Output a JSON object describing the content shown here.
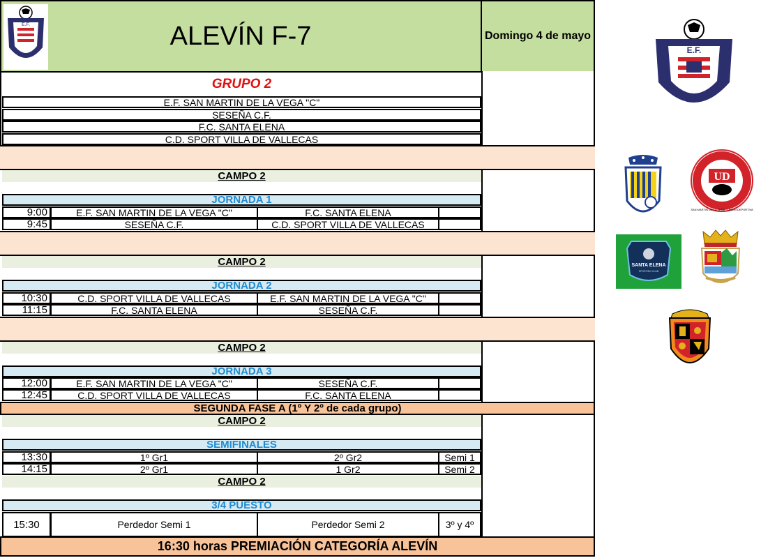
{
  "header": {
    "title": "ALEVÍN F-7",
    "date": "Domingo 4 de mayo",
    "header_bg": "#c4dea0"
  },
  "group": {
    "title": "GRUPO 2",
    "teams": [
      "E.F. SAN MARTIN DE LA VEGA \"C\"",
      "SESEÑA C.F.",
      "F.C. SANTA ELENA",
      "C.D. SPORT VILLA DE VALLECAS"
    ]
  },
  "campo_label": "CAMPO 2",
  "rounds": [
    {
      "title": "JORNADA 1",
      "matches": [
        {
          "time": "9:00",
          "home": "E.F. SAN MARTIN DE LA VEGA \"C\"",
          "away": "F.C. SANTA ELENA",
          "note": ""
        },
        {
          "time": "9:45",
          "home": "SESEÑA C.F.",
          "away": "C.D. SPORT VILLA DE VALLECAS",
          "note": ""
        }
      ]
    },
    {
      "title": "JORNADA 2",
      "matches": [
        {
          "time": "10:30",
          "home": "C.D. SPORT VILLA DE VALLECAS",
          "away": "E.F. SAN MARTIN DE LA VEGA \"C\"",
          "note": ""
        },
        {
          "time": "11:15",
          "home": "F.C. SANTA ELENA",
          "away": "SESEÑA C.F.",
          "note": ""
        }
      ]
    },
    {
      "title": "JORNADA 3",
      "matches": [
        {
          "time": "12:00",
          "home": "E.F. SAN MARTIN DE LA VEGA \"C\"",
          "away": "SESEÑA C.F.",
          "note": ""
        },
        {
          "time": "12:45",
          "home": "C.D. SPORT VILLA DE VALLECAS",
          "away": "F.C. SANTA ELENA",
          "note": ""
        }
      ]
    }
  ],
  "second_phase": "SEGUNDA FASE A (1º Y 2º de cada grupo)",
  "semis": {
    "title": "SEMIFINALES",
    "matches": [
      {
        "time": "13:30",
        "home": "1º Gr1",
        "away": "2º Gr2",
        "note": "Semi 1"
      },
      {
        "time": "14:15",
        "home": "2º Gr1",
        "away": "1 Gr2",
        "note": "Semi 2"
      }
    ]
  },
  "third_place": {
    "title": "3/4 PUESTO",
    "match": {
      "time": "15:30",
      "home": "Perdedor Semi 1",
      "away": "Perdedor Semi 2",
      "note": "3º y 4º"
    }
  },
  "ceremony": "16:30 horas  PREMIACIÓN CATEGORÍA ALEVÍN",
  "logos": {
    "header_logo": "E.F.",
    "big_logo_top": "E.F.",
    "big_logo_ring": "SAN MARTIN",
    "ud_letters": "UD",
    "ud_ring": "SAN MARTIN DE LA VEGA · UNION DEPORTIVA",
    "santa_elena_name": "SANTA ELENA",
    "santa_elena_sub": "SPORTING CLUB"
  },
  "colors": {
    "accent_red": "#e01010",
    "jornada_blue": "#1f8bd0",
    "peach": "#fde4d0",
    "orange": "#f9c39a",
    "campo_bg": "#eaf0df",
    "jornada_bg": "#d5eaf3"
  }
}
